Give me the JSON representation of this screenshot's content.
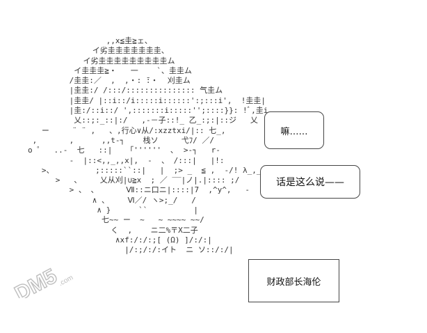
{
  "ascii_art": {
    "lines": [
      "                 ,,x≦圭≧ェ、",
      "              イ劣圭圭圭圭圭圭圭、",
      "            イ劣圭圭圭圭圭圭圭圭圭ム",
      "          イ圭圭圭≧・   一    `、圭圭ム",
      "         /圭圭:／  ,  ,・: ̄:・  刈圭ム",
      "         |圭圭:/ /:::/::::::::::::::: 气圭ム",
      "         |圭圭/ |::i::/i:::::i::::::':;:::i',  !圭圭|",
      "         |圭:/::i::/ ',:::::::i:::::'';::::}}: !ﾞ,圭i",
      "          乂::;:_::|:/   ,‐－子::!_ 乙_:;:|::ジ   乂",
      "   ー     ¨ ¨ ,   、,行心∨从/:xzztxi/|:: 七_,",
      " ,       ,      ,,t-┐    栈ソ     弋ﾌ/ ／/",
      "o ゜  ..-  七   ::|   「''''''  ､  >-┐   r-",
      "         -  |::<,,_,,x|,  -  、 /:::|   |!:",
      "   >、         ;:::::``::|   |  ;> _  ≦ ,  -/! λ_,_)}",
      "      >   、    乂从刈|∪≧x  ; ／ ‾‾|ノ|.|:::: ;/",
      "         > 、 、      Ⅶ::ニ口ニ|::::|7  ,^y^,   -",
      "              ∧ 、    Ⅵ／/ ヽ>;_/   /",
      "               ∧ }      ``          |",
      "                七~~ ー  ~   ~ ~~~~ ~~/",
      "                  く  ,    ニ二%〒X二子",
      "                   ∧xf:/:/:;[ (Ω) ]/:/:|",
      "                     |/:;/:/:イト  ニ ソ::/:/|"
    ]
  },
  "bubble_1": {
    "text": "嘛……"
  },
  "bubble_2": {
    "text": "话是这么说——"
  },
  "sign": {
    "text": "财政部长海伦"
  },
  "watermark": {
    "text": "DM5",
    "suffix": ".com"
  }
}
